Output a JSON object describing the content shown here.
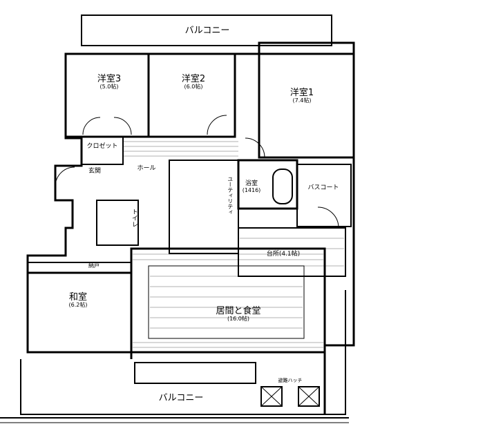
{
  "rooms": {
    "balcony_top": {
      "name": "バルコニー"
    },
    "western3": {
      "name": "洋室3",
      "size": "(5.0帖)"
    },
    "western2": {
      "name": "洋室2",
      "size": "(6.0帖)"
    },
    "western1": {
      "name": "洋室1",
      "size": "(7.4帖)"
    },
    "closet": {
      "name": "クロゼット"
    },
    "entrance": {
      "name": "玄関"
    },
    "hall": {
      "name": "ホール"
    },
    "toilet": {
      "name": "トイレ"
    },
    "bath": {
      "name": "浴室",
      "size": "(1416)"
    },
    "utility": {
      "name": "ユーティリティ"
    },
    "bath_court": {
      "name": "バスコート"
    },
    "kitchen": {
      "name": "台所(4.1帖)"
    },
    "storage": {
      "name": "納戸"
    },
    "japanese": {
      "name": "和室",
      "size": "(6.2帖)"
    },
    "living": {
      "name": "居間と食堂",
      "size": "(16.0帖)"
    },
    "hatch": {
      "name": "避難ハッチ"
    },
    "balcony_bottom": {
      "name": "バルコニー"
    }
  }
}
